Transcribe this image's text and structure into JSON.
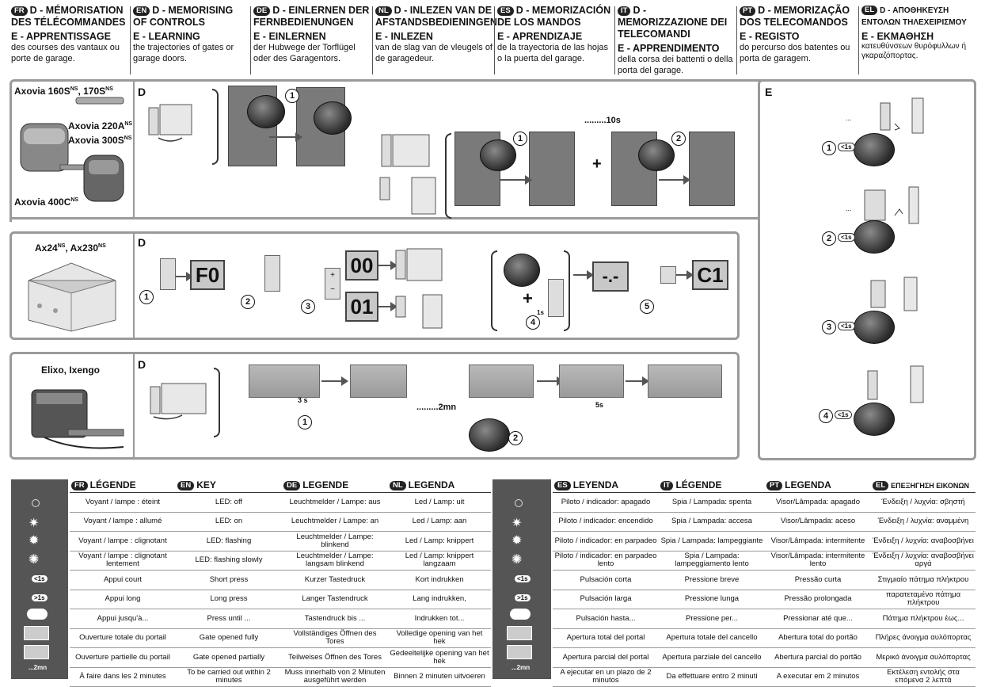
{
  "header": {
    "columns": [
      {
        "code": "FR",
        "d_title": "D - MÉMORISATION DES TÉLÉCOMMANDES",
        "e_title": "E - APPRENTISSAGE",
        "e_text": "des courses des vantaux ou porte de garage."
      },
      {
        "code": "EN",
        "d_title": "D - MEMORISING OF CONTROLS",
        "e_title": "E - LEARNING",
        "e_text": "the trajectories of gates or garage doors."
      },
      {
        "code": "DE",
        "d_title": "D - EINLERNEN DER FERNBEDIENUNGEN",
        "e_title": "E - EINLERNEN",
        "e_text": "der Hubwege der Torflügel oder des Garagentors."
      },
      {
        "code": "NL",
        "d_title": "D - INLEZEN VAN DE AFSTANDSBEDIENINGEN",
        "e_title": "E - INLEZEN",
        "e_text": "van de slag van de vleugels of de garagedeur."
      },
      {
        "code": "ES",
        "d_title": "D - MEMORIZACIÓN DE LOS MANDOS",
        "e_title": "E - APRENDIZAJE",
        "e_text": "de la trayectoria de las hojas o la puerta del garage."
      },
      {
        "code": "IT",
        "d_title": "D - MEMORIZZAZIONE DEI TELECOMANDI",
        "e_title": "E - APPRENDIMENTO",
        "e_text": "della corsa dei battenti o della porta del garage."
      },
      {
        "code": "PT",
        "d_title": "D - MEMORIZAÇÃO DOS TELECOMANDOS",
        "e_title": "E - REGISTO",
        "e_text": "do percurso dos batentes ou porta de garagem."
      },
      {
        "code": "EL",
        "d_title": "D - ΑΠΟΘΗΚΕΥΣΗ ΕΝΤΟΛΩΝ ΤΗΛΕΧΕΙΡΙΣΜΟΥ",
        "e_title": "E - ΕΚΜΑΘΗΣΗ",
        "e_text": "κατευθύνσεων θυρόφυλλων ή γκαραζόπορτας."
      }
    ]
  },
  "section_axovia": {
    "products": [
      "Axovia 160S",
      "NS",
      ", 170S",
      "NS",
      "Axovia 220A",
      "NS",
      "Axovia 300S",
      "NS",
      "Axovia 400C",
      "NS"
    ],
    "d_label": "D",
    "timing": ".........10s",
    "plus": "+",
    "steps": [
      "1",
      "1",
      "2"
    ]
  },
  "section_ax24": {
    "product": "Ax24",
    "product_sup": "NS",
    "product2": ", Ax230",
    "product2_sup": "NS",
    "d_label": "D",
    "displays": [
      "F0",
      "00",
      "01",
      "-.-",
      "C1"
    ],
    "plus_minus": [
      "+",
      "−"
    ],
    "plus": "+",
    "press_1s": "1s",
    "steps": [
      "1",
      "2",
      "3",
      "4",
      "5"
    ]
  },
  "section_elixo": {
    "product": "Elixo, Ixengo",
    "d_label": "D",
    "press_3s": "3 s",
    "timing": ".........2mn",
    "wait_5s": "5s",
    "steps": [
      "1",
      "2"
    ]
  },
  "section_e": {
    "e_label": "E",
    "ellipsis": "...",
    "press": "<1s",
    "steps": [
      "1",
      "2",
      "3",
      "4"
    ]
  },
  "legend_left": {
    "headers": [
      {
        "code": "FR",
        "label": "LÉGENDE"
      },
      {
        "code": "EN",
        "label": "KEY"
      },
      {
        "code": "DE",
        "label": "LEGENDE"
      },
      {
        "code": "NL",
        "label": "LEGENDA"
      }
    ],
    "rows": [
      [
        "Voyant / lampe : éteint",
        "LED: off",
        "Leuchtmelder / Lampe: aus",
        "Led / Lamp: uit"
      ],
      [
        "Voyant / lampe :  allumé",
        "LED: on",
        "Leuchtmelder / Lampe: an",
        "Led / Lamp: aan"
      ],
      [
        "Voyant / lampe : clignotant",
        "LED: flashing",
        "Leuchtmelder / Lampe: blinkend",
        "Led / Lamp: knippert"
      ],
      [
        "Voyant / lampe : clignotant lentement",
        "LED: flashing slowly",
        "Leuchtmelder / Lampe: langsam blinkend",
        "Led / Lamp: knippert langzaam"
      ],
      [
        "Appui court",
        "Short press",
        "Kurzer Tastedruck",
        "Kort indrukken"
      ],
      [
        "Appui long",
        "Long press",
        "Langer Tastendruck",
        "Lang indrukken,"
      ],
      [
        "Appui jusqu'à...",
        "Press until ...",
        "Tastendruck bis ...",
        "Indrukken tot..."
      ],
      [
        "Ouverture totale du portail",
        "Gate opened fully",
        "Vollständiges Öffnen des Tores",
        "Volledige opening van het hek"
      ],
      [
        "Ouverture partielle du portail",
        "Gate opened partially",
        "Teilweises Öffnen des Tores",
        "Gedeeltelijke opening van het hek"
      ],
      [
        "À faire dans les 2 minutes",
        "To be carried out within 2 minutes",
        "Muss innerhalb von 2 Minuten ausgeführt werden",
        "Binnen 2 minuten uitvoeren"
      ]
    ]
  },
  "legend_right": {
    "headers": [
      {
        "code": "ES",
        "label": "LEYENDA"
      },
      {
        "code": "IT",
        "label": "LÉGENDE"
      },
      {
        "code": "PT",
        "label": "LEGENDA"
      },
      {
        "code": "EL",
        "label": "ΕΠΕΞΗΓΗΣΗ ΕΙΚΟΝΩΝ"
      }
    ],
    "rows": [
      [
        "Piloto / indicador: apagado",
        "Spia / Lampada: spenta",
        "Visor/Lâmpada: apagado",
        "Ένδειξη / λυχνία: σβηστή"
      ],
      [
        "Piloto / indicador: encendido",
        "Spia / Lampada: accesa",
        "Visor/Lâmpada: aceso",
        "Ένδειξη / λυχνία: αναμμένη"
      ],
      [
        "Piloto / indicador: en parpadeo",
        "Spia / Lampada: lampeggiante",
        "Visor/Lâmpada: intermitente",
        "Ένδειξη / λυχνία: αναβοσβήνει"
      ],
      [
        "Piloto / indicador: en parpadeo lento",
        "Spia / Lampada: lampeggiamento lento",
        "Visor/Lâmpada: intermitente lento",
        "Ένδειξη / λυχνία: αναβοσβήνει αργά"
      ],
      [
        "Pulsación corta",
        "Pressione breve",
        "Pressão curta",
        "Στιγμιαίο πάτημα πλήκτρου"
      ],
      [
        "Pulsación larga",
        "Pressione lunga",
        "Pressão prolongada",
        "παρατεταμένο πάτημα πλήκτρου"
      ],
      [
        "Pulsación hasta...",
        "Pressione per...",
        "Pressionar até que...",
        "Πάτημα πλήκτρου έως..."
      ],
      [
        "Apertura total del portal",
        "Apertura totale del cancello",
        "Abertura total do portão",
        "Πλήρες άνοιγμα αυλόπορτας"
      ],
      [
        "Apertura parcial del portal",
        "Apertura parziale del cancello",
        "Abertura parcial do portão",
        "Μερικό άνοιγμα αυλόπορτας"
      ],
      [
        "A ejecutar en un plazo de 2 minutos",
        "Da effettuare entro 2 minuti",
        "A executar em 2 minutos",
        "Εκτέλεση εντολής στα επόμενα 2 λεπτά"
      ]
    ]
  },
  "legend_icons": {
    "short": "<1s",
    "long": ">1s",
    "two_min": "...2mn"
  }
}
